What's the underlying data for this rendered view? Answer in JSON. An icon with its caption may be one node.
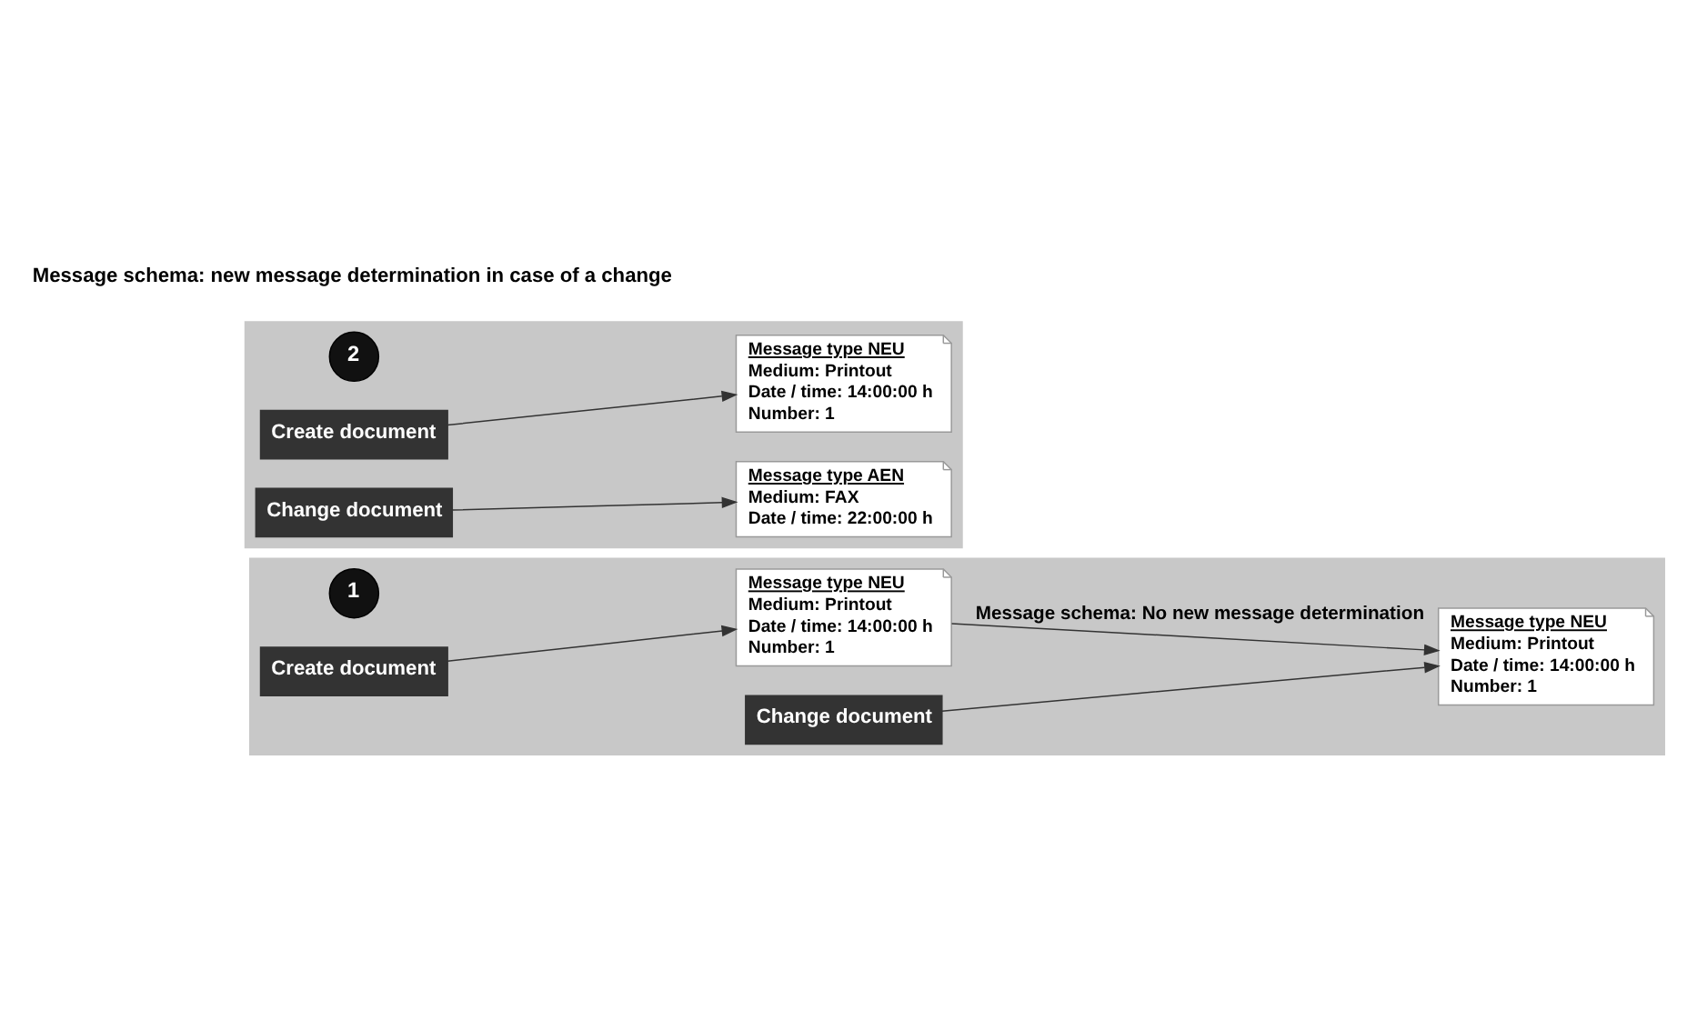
{
  "diagram": {
    "nodes": [
      {
        "text": [],
        "shape": "box"
      },
      {
        "text": [
          "1"
        ],
        "in": 0
      },
      {
        "text": [
          "Create document"
        ],
        "in": 0
      },
      {
        "text": [
          "Message type NEU",
          "Medium: Printout",
          "Date / time: 14:00:00 h",
          "Number: 1"
        ],
        "in": 0
      },
      {
        "text": [
          "Change document"
        ],
        "in": 0
      },
      {
        "text": [
          "Message type NEU",
          "Medium: Printout",
          "Date / time: 14:00:00 h",
          "Number: 1"
        ],
        "in": 0
      },
      {
        "text": [],
        "shape": "box"
      },
      {
        "text": [
          "2"
        ],
        "in": 6
      },
      {
        "text": [
          "Create document"
        ],
        "in": 6
      },
      {
        "text": [
          "Message type NEU",
          "Medium: Printout",
          "Date / time: 14:00:00 h",
          "Number: 1"
        ],
        "in": 6
      },
      {
        "text": [
          "Change document"
        ],
        "in": 6
      },
      {
        "text": [
          "Message type AEN",
          "Medium: FAX",
          "Date / time: 22:00:00 h"
        ],
        "in": 6
      }
    ],
    "edges": [
      {
        "from": 2,
        "to": 3,
        "arrow": "to"
      },
      {
        "from": 4,
        "to": 5,
        "arrow": "to"
      },
      {
        "from": 3,
        "to": 5,
        "arrow": "to",
        "label": "Message schema: No new message determination"
      },
      {
        "from": 8,
        "to": 9,
        "arrow": "to"
      },
      {
        "from": 10,
        "to": 11,
        "arrow": "to"
      }
    ],
    "labels": [
      "Message schema: new message determination in case of a change"
    ]
  }
}
